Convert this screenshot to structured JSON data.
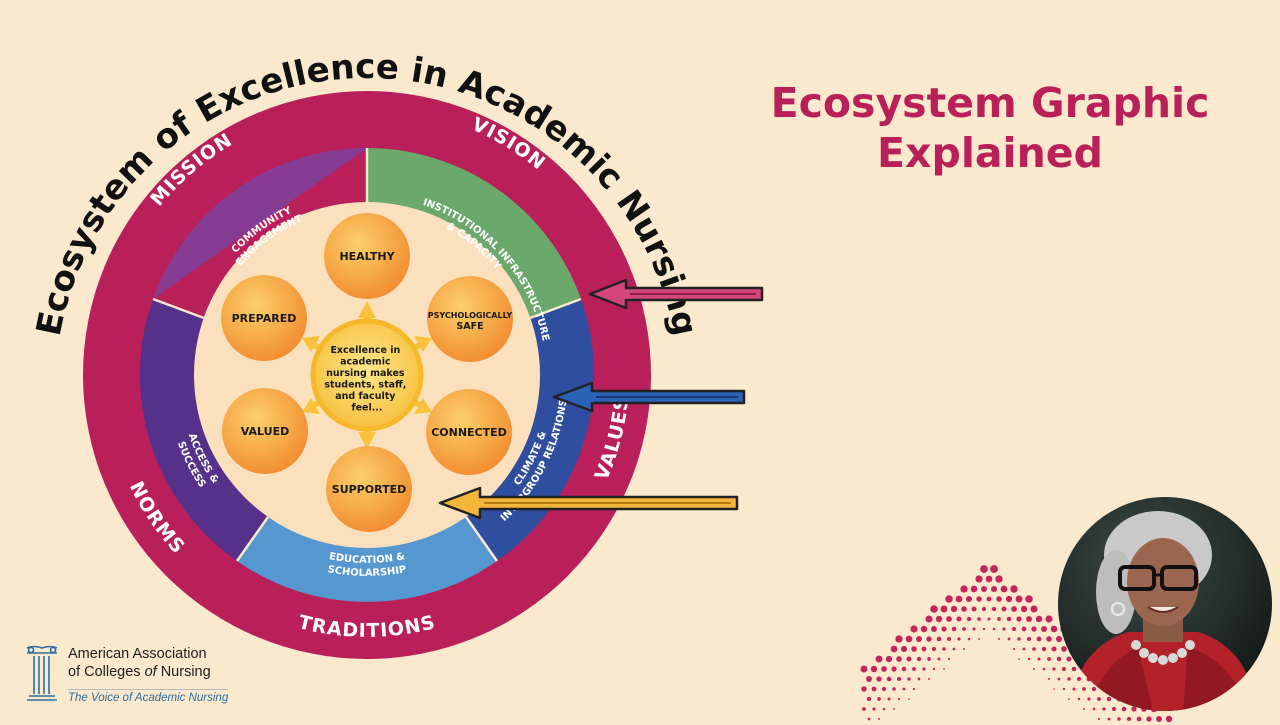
{
  "diagram": {
    "title": "Ecosystem of Excellence in Academic Nursing",
    "outer_ring": {
      "vision": "VISION",
      "values": "VALUES",
      "traditions": "TRADITIONS",
      "norms": "NORMS",
      "mission": "MISSION"
    },
    "middle_ring": {
      "institutional": [
        "INSTITUTIONAL INFRASTRUCTURE",
        "& CAPACITY"
      ],
      "climate": [
        "CLIMATE &",
        "INTERGROUP RELATIONS"
      ],
      "education": [
        "EDUCATION &",
        "SCHOLARSHIP"
      ],
      "access": [
        "ACCESS &",
        "SUCCESS"
      ],
      "community": [
        "COMMUNITY",
        "ENGAGEMENT"
      ]
    },
    "center": [
      "Excellence in",
      "academic",
      "nursing makes",
      "students, staff,",
      "and faculty",
      "feel..."
    ],
    "feelings": {
      "healthy": [
        "HEALTHY"
      ],
      "psychologically_safe": [
        "PSYCHOLOGICALLY",
        "SAFE"
      ],
      "connected": [
        "CONNECTED"
      ],
      "supported": [
        "SUPPORTED"
      ],
      "valued": [
        "VALUED"
      ],
      "prepared": [
        "PREPARED"
      ]
    },
    "colors": {
      "outer": "#b91f59",
      "vision": "#6aa86b",
      "climate": "#2f4ea0",
      "education": "#5597cf",
      "access": "#55318a",
      "community": "#853c93",
      "center_fill": "#f6c25a",
      "arrow_pink": "#c0365f",
      "arrow_blue": "#2257a4",
      "arrow_yellow": "#f3b23a"
    }
  },
  "heading": {
    "line1": "Ecosystem Graphic",
    "line2": "Explained"
  },
  "logo": {
    "line1": "American Association",
    "line2_prefix": "of Colleges ",
    "line2_italic": "of",
    "line2_suffix": " Nursing",
    "tagline": "The Voice of Academic Nursing",
    "icon": "column-icon"
  },
  "presenter": {
    "icon": "presenter-webcam"
  }
}
